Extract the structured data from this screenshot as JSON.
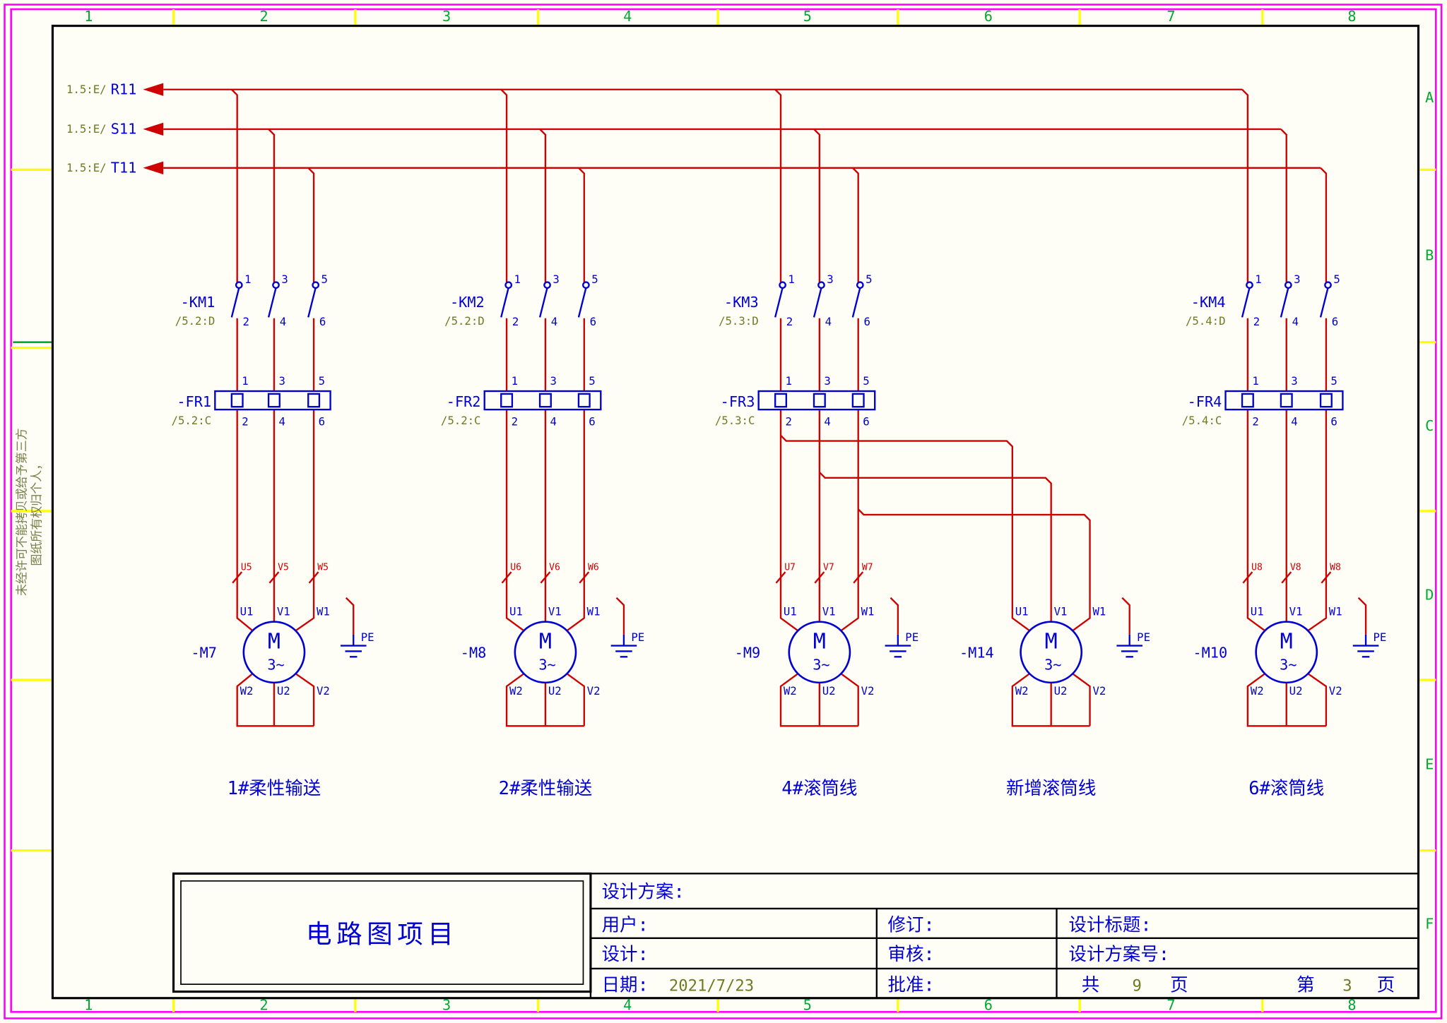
{
  "colors": {
    "wire": "#cf0000",
    "component": "#0000d2",
    "reference": "#6e7b24",
    "grid_label": "#00a832",
    "tick": "#ffff00",
    "page_border": "#ff00ff",
    "frame": "#000000"
  },
  "grid": {
    "columns": [
      "1",
      "2",
      "3",
      "4",
      "5",
      "6",
      "7",
      "8"
    ],
    "rows": [
      "A",
      "B",
      "C",
      "D",
      "E",
      "F"
    ]
  },
  "side_note": {
    "line1": "图纸所有权归个人，",
    "line2": "未经许可不能拷贝或给予第三方"
  },
  "buses": [
    {
      "xref": "1.5:E/",
      "label": "R11"
    },
    {
      "xref": "1.5:E/",
      "label": "S11"
    },
    {
      "xref": "1.5:E/",
      "label": "T11"
    }
  ],
  "branches": [
    {
      "contactor": {
        "label": "-KM1",
        "xref": "/5.2:D",
        "pins_top": [
          "1",
          "3",
          "5"
        ],
        "pins_bottom": [
          "2",
          "4",
          "6"
        ]
      },
      "relay": {
        "label": "-FR1",
        "xref": "/5.2:C",
        "pins_top": [
          "1",
          "3",
          "5"
        ],
        "pins_bottom": [
          "2",
          "4",
          "6"
        ]
      },
      "cores": [
        "U5",
        "V5",
        "W5"
      ],
      "motor": {
        "label": "-M7",
        "letter": "M",
        "phase": "3~",
        "terminals_top": [
          "U1",
          "V1",
          "W1"
        ],
        "terminals_bottom": [
          "W2",
          "U2",
          "V2"
        ],
        "pe": "PE"
      },
      "caption": "1#柔性输送"
    },
    {
      "contactor": {
        "label": "-KM2",
        "xref": "/5.2:D",
        "pins_top": [
          "1",
          "3",
          "5"
        ],
        "pins_bottom": [
          "2",
          "4",
          "6"
        ]
      },
      "relay": {
        "label": "-FR2",
        "xref": "/5.2:C",
        "pins_top": [
          "1",
          "3",
          "5"
        ],
        "pins_bottom": [
          "2",
          "4",
          "6"
        ]
      },
      "cores": [
        "U6",
        "V6",
        "W6"
      ],
      "motor": {
        "label": "-M8",
        "letter": "M",
        "phase": "3~",
        "terminals_top": [
          "U1",
          "V1",
          "W1"
        ],
        "terminals_bottom": [
          "W2",
          "U2",
          "V2"
        ],
        "pe": "PE"
      },
      "caption": "2#柔性输送"
    },
    {
      "contactor": {
        "label": "-KM3",
        "xref": "/5.3:D",
        "pins_top": [
          "1",
          "3",
          "5"
        ],
        "pins_bottom": [
          "2",
          "4",
          "6"
        ]
      },
      "relay": {
        "label": "-FR3",
        "xref": "/5.3:C",
        "pins_top": [
          "1",
          "3",
          "5"
        ],
        "pins_bottom": [
          "2",
          "4",
          "6"
        ]
      },
      "cores": [
        "U7",
        "V7",
        "W7"
      ],
      "motor": {
        "label": "-M9",
        "letter": "M",
        "phase": "3~",
        "terminals_top": [
          "U1",
          "V1",
          "W1"
        ],
        "terminals_bottom": [
          "W2",
          "U2",
          "V2"
        ],
        "pe": "PE"
      },
      "caption": "4#滚筒线"
    },
    {
      "motor": {
        "label": "-M14",
        "letter": "M",
        "phase": "3~",
        "terminals_top": [
          "U1",
          "V1",
          "W1"
        ],
        "terminals_bottom": [
          "W2",
          "U2",
          "V2"
        ],
        "pe": "PE"
      },
      "caption": "新增滚筒线"
    },
    {
      "contactor": {
        "label": "-KM4",
        "xref": "/5.4:D",
        "pins_top": [
          "1",
          "3",
          "5"
        ],
        "pins_bottom": [
          "2",
          "4",
          "6"
        ]
      },
      "relay": {
        "label": "-FR4",
        "xref": "/5.4:C",
        "pins_top": [
          "1",
          "3",
          "5"
        ],
        "pins_bottom": [
          "2",
          "4",
          "6"
        ]
      },
      "cores": [
        "U8",
        "V8",
        "W8"
      ],
      "motor": {
        "label": "-M10",
        "letter": "M",
        "phase": "3~",
        "terminals_top": [
          "U1",
          "V1",
          "W1"
        ],
        "terminals_bottom": [
          "W2",
          "U2",
          "V2"
        ],
        "pe": "PE"
      },
      "caption": "6#滚筒线"
    }
  ],
  "title_block": {
    "project_name": "电路图项目",
    "design_scheme_label": "设计方案:",
    "user_label": "用户:",
    "revision_label": "修订:",
    "design_title_label": "设计标题:",
    "designer_label": "设计:",
    "reviewer_label": "审核:",
    "scheme_no_label": "设计方案号:",
    "date_label": "日期:",
    "date_value": "2021/7/23",
    "approver_label": "批准:",
    "total_label": "共",
    "total_pages": "9",
    "total_unit": "页",
    "page_label": "第",
    "page_number": "3",
    "page_unit": "页"
  }
}
